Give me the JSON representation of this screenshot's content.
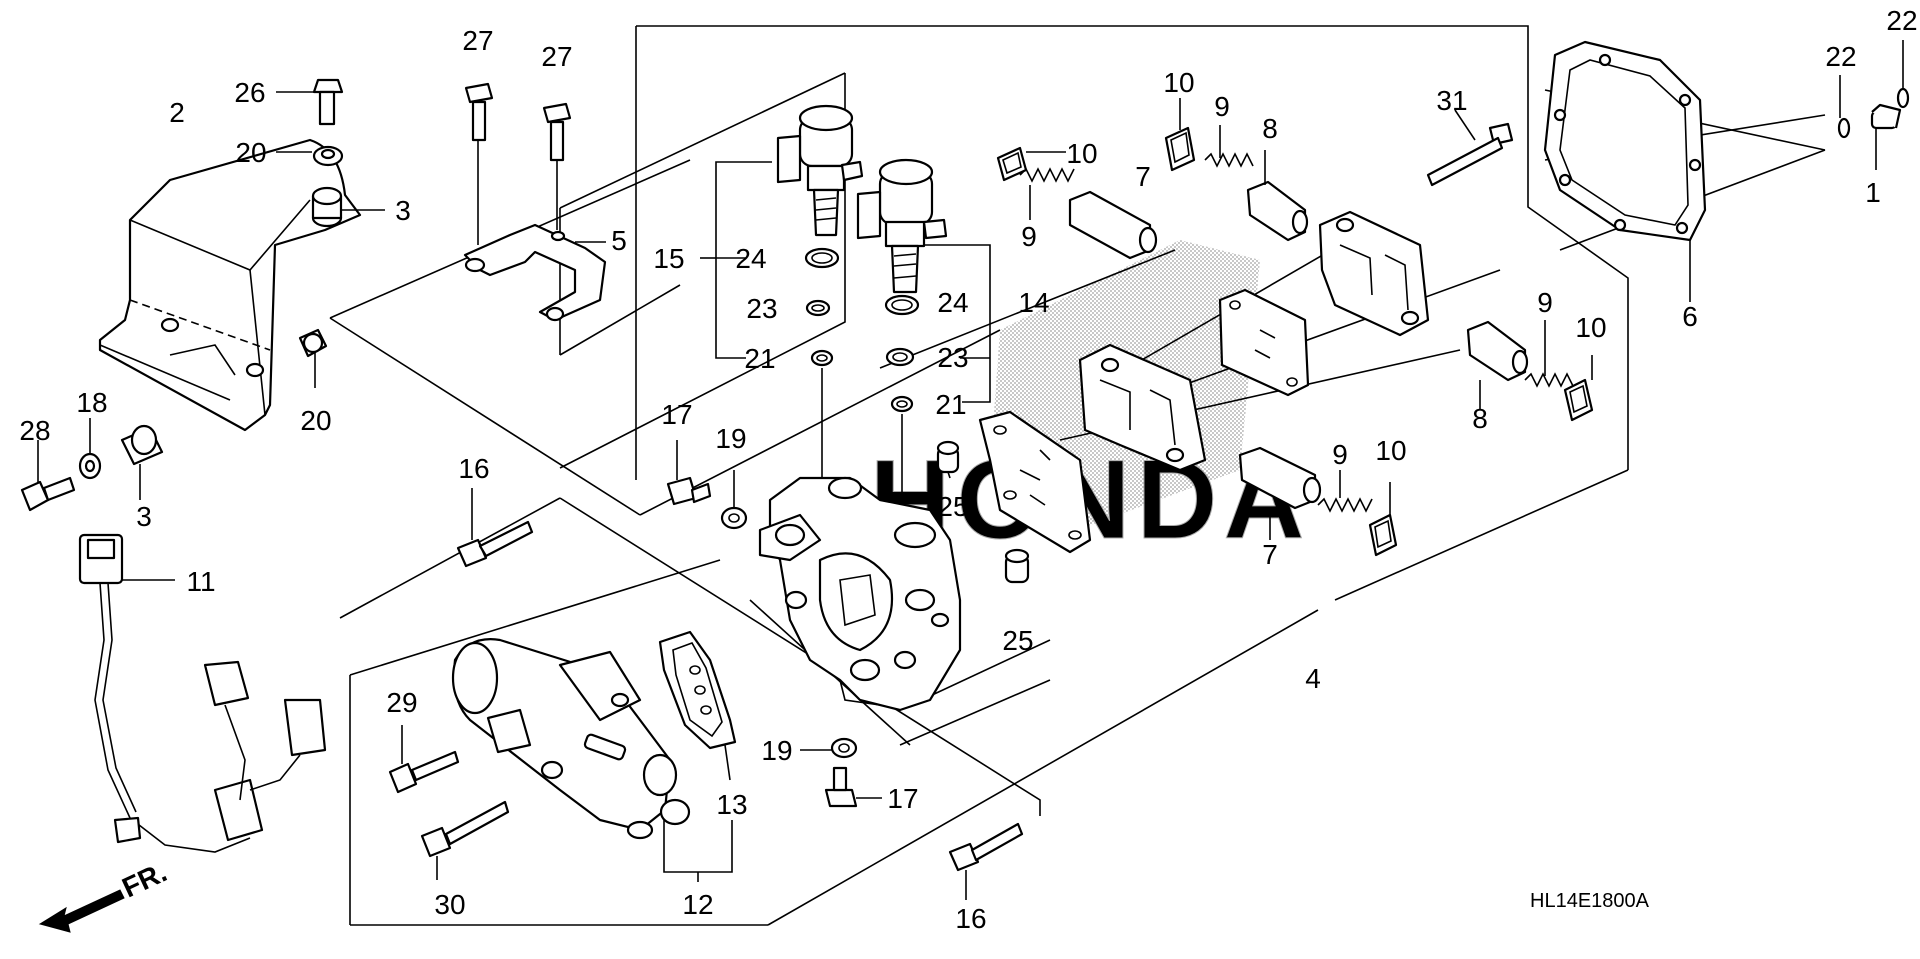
{
  "diagram_code": "HL14E1800A",
  "front_marker": "FR.",
  "watermark": "HONDA",
  "part_numbers": {
    "p1": "1",
    "p2": "2",
    "p3a": "3",
    "p3b": "3",
    "p4": "4",
    "p5": "5",
    "p6": "6",
    "p7a": "7",
    "p7b": "7",
    "p8a": "8",
    "p8b": "8",
    "p9a": "9",
    "p9b": "9",
    "p9c": "9",
    "p9d": "9",
    "p10a": "10",
    "p10b": "10",
    "p10c": "10",
    "p10d": "10",
    "p11": "11",
    "p12": "12",
    "p13": "13",
    "p14": "14",
    "p15": "15",
    "p16a": "16",
    "p16b": "16",
    "p17a": "17",
    "p17b": "17",
    "p18": "18",
    "p19a": "19",
    "p19b": "19",
    "p20a": "20",
    "p20b": "20",
    "p21a": "21",
    "p21b": "21",
    "p22a": "22",
    "p22b": "22",
    "p23a": "23",
    "p23b": "23",
    "p24a": "24",
    "p24b": "24",
    "p25a": "25",
    "p25b": "25",
    "p26": "26",
    "p27a": "27",
    "p27b": "27",
    "p28": "28",
    "p29": "29",
    "p30": "30",
    "p31": "31"
  },
  "colors": {
    "ink": "#000000",
    "paper": "#ffffff",
    "watermark": "#9a9a9a"
  }
}
